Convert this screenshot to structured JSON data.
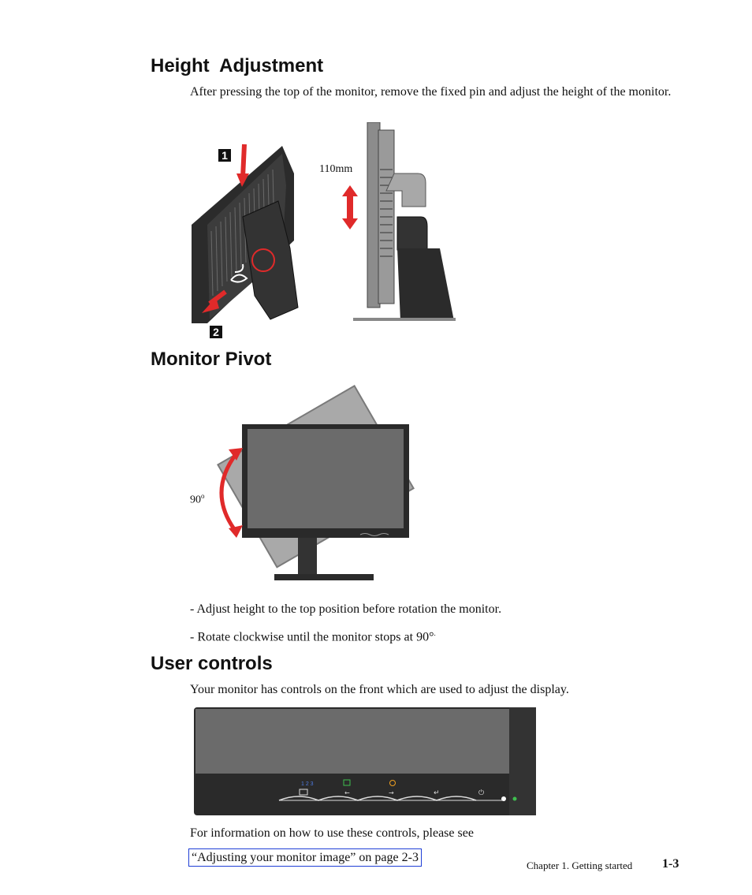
{
  "sections": {
    "height": {
      "title": "Height  Adjustment",
      "body": "After pressing the top of the monitor, remove the fixed pin and adjust the height of the monitor.",
      "step1": "1",
      "step2": "2",
      "measure": "110mm"
    },
    "pivot": {
      "title": "Monitor Pivot",
      "angle_value": "90",
      "angle_sup": "o",
      "bullet1": "- Adjust height to the top position before rotation the monitor.",
      "bullet2": "- Rotate clockwise until the monitor stops at 90°",
      "bullet2_tail": "."
    },
    "controls": {
      "title": "User controls",
      "body": "Your monitor has controls on the front which are used to adjust the display.",
      "info": "For information on how to use these controls, please see",
      "link": "“Adjusting your monitor image” on page 2-3",
      "panel_icon_labels": [
        "1 2 3",
        "←",
        "→",
        "↵",
        "⏻"
      ]
    }
  },
  "footer": {
    "chapter": "Chapter 1. Getting started",
    "page": "1-3"
  },
  "colors": {
    "arrow_red": "#e02a2a",
    "link_blue": "#1f3fd6",
    "bezel": "#2a2a2a",
    "screen_grey": "#6b6b6b"
  }
}
